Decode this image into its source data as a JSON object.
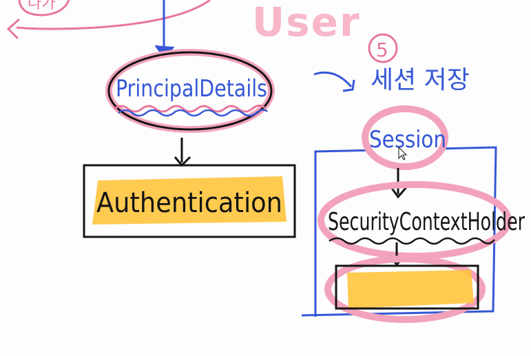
{
  "labels": {
    "top_left_circled": "나가",
    "user": "User",
    "step_number": "5",
    "save_session": "세션 저장",
    "principal_details": "PrincipalDetails",
    "authentication": "Authentication",
    "session": "Session",
    "security_context_holder": "SecurityContextHolder"
  },
  "colors": {
    "pink": "#e8769a",
    "pink_light": "#f7b7c8",
    "blue": "#3557d6",
    "black": "#141414",
    "highlight": "#ffc43d"
  }
}
